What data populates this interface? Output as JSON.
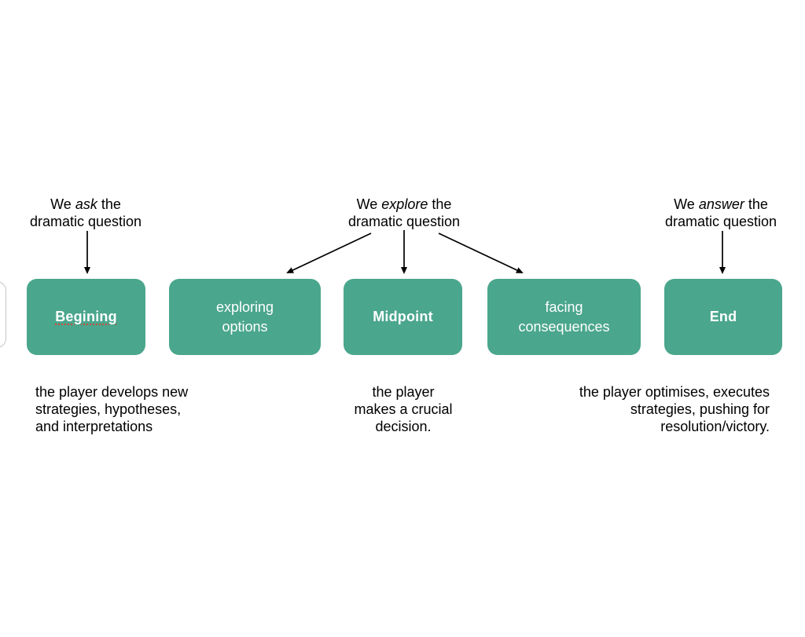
{
  "colors": {
    "background": "#ffffff",
    "box_fill": "#4AA68C",
    "box_text": "#ffffff",
    "text": "#000000",
    "spellcheck_underline": "#D0463B",
    "partial_box_border": "#c6c6c6"
  },
  "annotations": [
    {
      "pre": "We ",
      "word": "ask",
      "post": " the",
      "line2": "dramatic question"
    },
    {
      "pre": "We ",
      "word": "explore",
      "post": " the",
      "line2": "dramatic question"
    },
    {
      "pre": "We ",
      "word": "answer",
      "post": " the",
      "line2": "dramatic question"
    }
  ],
  "boxes": [
    {
      "label": "Begining",
      "lines": [
        "Begining"
      ],
      "bold": true,
      "misspelled": true
    },
    {
      "label": "exploring options",
      "lines": [
        "exploring",
        "options"
      ],
      "bold": false
    },
    {
      "label": "Midpoint",
      "lines": [
        "Midpoint"
      ],
      "bold": true
    },
    {
      "label": "facing consequences",
      "lines": [
        "facing",
        "consequences"
      ],
      "bold": false
    },
    {
      "label": "End",
      "lines": [
        "End"
      ],
      "bold": true
    }
  ],
  "captions": [
    {
      "align": "left",
      "lines": [
        "the player develops new",
        "strategies, hypotheses,",
        "and interpretations"
      ]
    },
    {
      "align": "center",
      "lines": [
        "the player",
        "makes a crucial",
        "decision."
      ]
    },
    {
      "align": "right",
      "lines": [
        "the player optimises, executes",
        "strategies, pushing for",
        "resolution/victory."
      ]
    }
  ],
  "arrows": [
    {
      "name": "ask-to-begining",
      "from": "We ask the dramatic question",
      "to": "Begining"
    },
    {
      "name": "explore-to-exploring-options",
      "from": "We explore the dramatic question",
      "to": "exploring options"
    },
    {
      "name": "explore-to-midpoint",
      "from": "We explore the dramatic question",
      "to": "Midpoint"
    },
    {
      "name": "explore-to-facing-consequences",
      "from": "We explore the dramatic question",
      "to": "facing consequences"
    },
    {
      "name": "answer-to-end",
      "from": "We answer the dramatic question",
      "to": "End"
    }
  ]
}
